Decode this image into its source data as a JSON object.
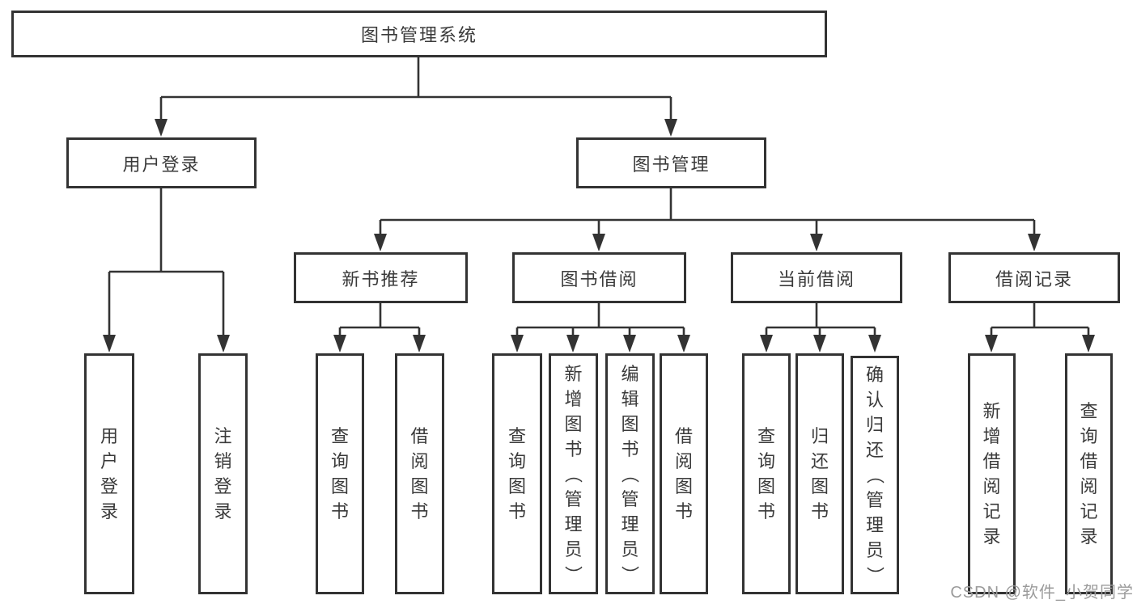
{
  "diagram": {
    "root": {
      "label": "图书管理系统"
    },
    "branches": [
      {
        "label": "用户登录",
        "children": [
          {
            "label": "用户登录"
          },
          {
            "label": "注销登录"
          }
        ]
      },
      {
        "label": "图书管理",
        "children": [
          {
            "label": "新书推荐",
            "children": [
              {
                "label": "查询图书"
              },
              {
                "label": "借阅图书"
              }
            ]
          },
          {
            "label": "图书借阅",
            "children": [
              {
                "label": "查询图书"
              },
              {
                "label": "新增图书（管理员）"
              },
              {
                "label": "编辑图书（管理员）"
              },
              {
                "label": "借阅图书"
              }
            ]
          },
          {
            "label": "当前借阅",
            "children": [
              {
                "label": "查询图书"
              },
              {
                "label": "归还图书"
              },
              {
                "label": "确认归还（管理员）"
              }
            ]
          },
          {
            "label": "借阅记录",
            "children": [
              {
                "label": "新增借阅记录"
              },
              {
                "label": "查询借阅记录"
              }
            ]
          }
        ]
      }
    ]
  },
  "watermark": {
    "label": "CSDN @软件_小贺同学"
  },
  "colors": {
    "line": "#333333",
    "text": "#3a3a3a",
    "watermark": "#9b9b9b",
    "background": "#ffffff"
  }
}
